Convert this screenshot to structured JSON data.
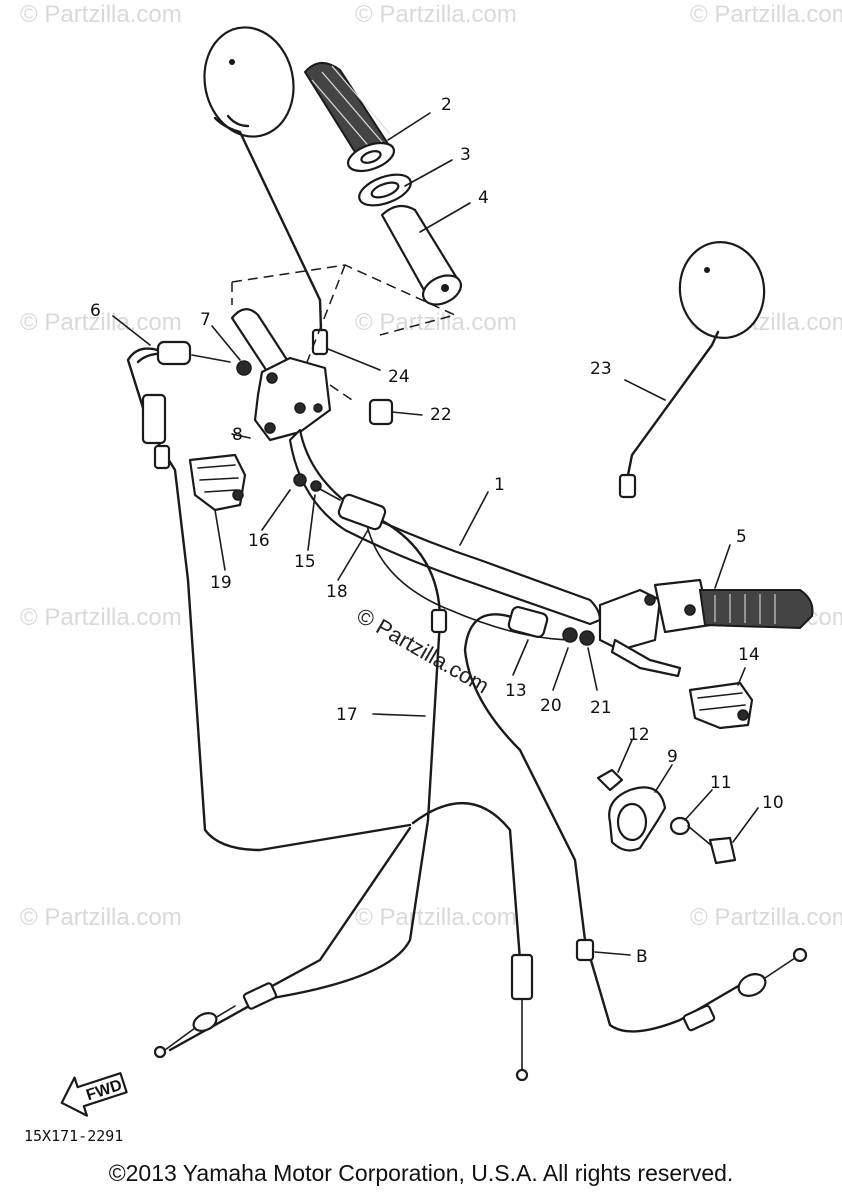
{
  "watermark": "© Partzilla.com",
  "center_watermark": "© Partzilla.com",
  "diagram_code": "15X171-2291",
  "fwd_label": "FWD",
  "copyright": "©2013  Yamaha Motor Corporation, U.S.A. All rights reserved.",
  "callouts": [
    "1",
    "2",
    "3",
    "4",
    "5",
    "6",
    "7",
    "8",
    "9",
    "10",
    "11",
    "12",
    "13",
    "14",
    "15",
    "16",
    "17",
    "18",
    "19",
    "20",
    "21",
    "22",
    "23",
    "24",
    "B"
  ]
}
